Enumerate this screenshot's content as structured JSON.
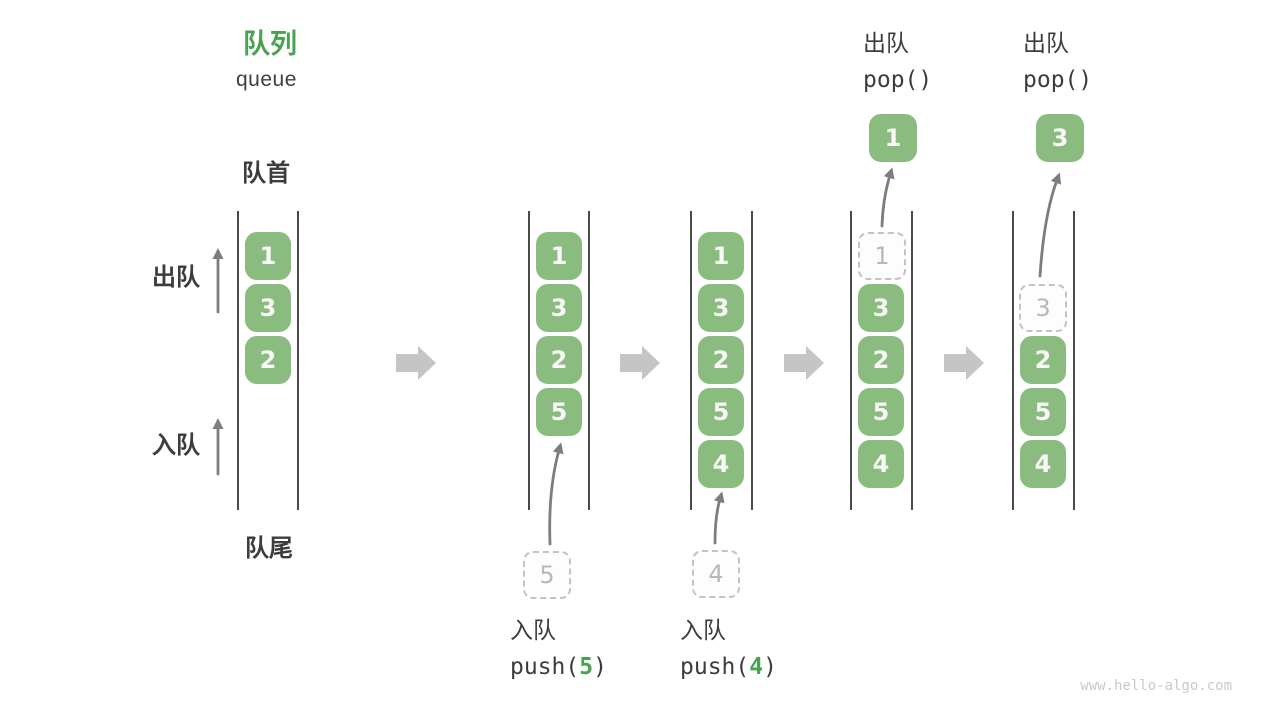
{
  "title": {
    "zh": "队列",
    "en": "queue"
  },
  "side_labels": {
    "front": "队首",
    "rear": "队尾",
    "dequeue": "出队",
    "enqueue": "入队"
  },
  "operations": {
    "push": [
      {
        "zh": "入队",
        "fn_open": "push(",
        "arg": "5",
        "fn_close": ")"
      },
      {
        "zh": "入队",
        "fn_open": "push(",
        "arg": "4",
        "fn_close": ")"
      }
    ],
    "pop": [
      {
        "zh": "出队",
        "fn": "pop()"
      },
      {
        "zh": "出队",
        "fn": "pop()"
      }
    ]
  },
  "queues": [
    {
      "cells": [
        "1",
        "3",
        "2"
      ]
    },
    {
      "cells": [
        "1",
        "3",
        "2",
        "5"
      ]
    },
    {
      "cells": [
        "1",
        "3",
        "2",
        "5",
        "4"
      ]
    },
    {
      "popped": "1",
      "cells": [
        "3",
        "2",
        "5",
        "4"
      ]
    },
    {
      "popped": "3",
      "cells": [
        "2",
        "5",
        "4"
      ]
    }
  ],
  "staged": [
    "5",
    "4"
  ],
  "popped_out": [
    "1",
    "3"
  ],
  "icons": {
    "block_arrow": "right-block-arrow-icon",
    "flow_arrow": "up-arrow-icon"
  },
  "colors": {
    "accent_green": "#4aa152",
    "box_green": "#8abc80",
    "box_text": "#f8f8f6",
    "dark_text": "#3c3c3c",
    "gray_arrow": "#7d7d7d",
    "block_arrow": "#c5c5c5",
    "dashed_border": "#c3c3c3",
    "dashed_text": "#b8b8b8",
    "dashed_fill": "#fdfdfd",
    "wall_line": "#4a4a4a",
    "watermark_gray": "#c9c9c9"
  },
  "watermark": "www.hello-algo.com"
}
